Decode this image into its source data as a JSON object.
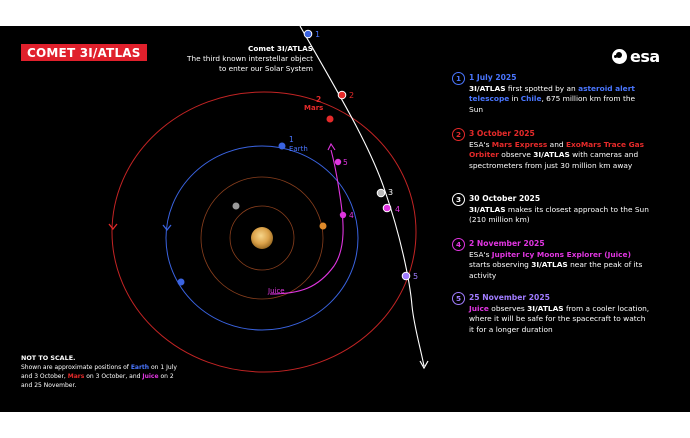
{
  "title": "COMET 3I/ATLAS",
  "comet_label": {
    "name": "Comet 3I/ATLAS",
    "line1": "The third known interstellar object",
    "line2": "to enter our Solar System"
  },
  "logo": {
    "text": "esa"
  },
  "colors": {
    "background": "#000000",
    "earth": "#3a63e0",
    "mars": "#e52a2a",
    "juice": "#e035e0",
    "comet": "#ffffff",
    "sun": "#e0a63a",
    "title_bg": "#e0202c"
  },
  "diagram_labels": {
    "earth_num": "1",
    "earth_name": "Earth",
    "mars_num": "2",
    "mars_name": "Mars",
    "juice_name": "Juice",
    "juice_num_4": "4",
    "juice_num_5": "5",
    "comet_num_1": "1",
    "comet_num_2": "2",
    "comet_num_3": "3",
    "comet_num_4": "4",
    "comet_num_5": "5"
  },
  "events": [
    {
      "num": "1",
      "date": "1 July 2025",
      "color": "#4a76ff",
      "parts": [
        {
          "t": "3I/ATLAS",
          "s": "bold"
        },
        {
          "t": " first spotted by an ",
          "s": "plain"
        },
        {
          "t": "asteroid alert telescope",
          "s": "blue"
        },
        {
          "t": " in ",
          "s": "plain"
        },
        {
          "t": "Chile",
          "s": "blue"
        },
        {
          "t": ", 675 million km from the Sun",
          "s": "plain"
        }
      ]
    },
    {
      "num": "2",
      "date": "3 October 2025",
      "color": "#e52a2a",
      "parts": [
        {
          "t": "ESA's ",
          "s": "plain"
        },
        {
          "t": "Mars Express",
          "s": "red"
        },
        {
          "t": " and ",
          "s": "plain"
        },
        {
          "t": "ExoMars Trace Gas Orbiter",
          "s": "red"
        },
        {
          "t": " observe ",
          "s": "plain"
        },
        {
          "t": "3I/ATLAS",
          "s": "bold"
        },
        {
          "t": " with cameras and spectrometers from just 30 million km away",
          "s": "plain"
        }
      ]
    },
    {
      "num": "3",
      "date": "30 October 2025",
      "color": "#ffffff",
      "parts": [
        {
          "t": "3I/ATLAS",
          "s": "bold"
        },
        {
          "t": " makes its closest approach to the Sun (210 million km)",
          "s": "plain"
        }
      ]
    },
    {
      "num": "4",
      "date": "2 November 2025",
      "color": "#e035e0",
      "parts": [
        {
          "t": "ESA's ",
          "s": "plain"
        },
        {
          "t": "Jupiter Icy Moons Explorer (Juice)",
          "s": "magenta"
        },
        {
          "t": " starts observing ",
          "s": "plain"
        },
        {
          "t": "3I/ATLAS",
          "s": "bold"
        },
        {
          "t": " near the peak of its activity",
          "s": "plain"
        }
      ]
    },
    {
      "num": "5",
      "date": "25 November 2025",
      "color": "#a07cff",
      "parts": [
        {
          "t": "Juice",
          "s": "magenta"
        },
        {
          "t": " observes ",
          "s": "plain"
        },
        {
          "t": "3I/ATLAS",
          "s": "bold"
        },
        {
          "t": " from a cooler location, where it will be safe for the spacecraft to watch it for a longer duration",
          "s": "plain"
        }
      ]
    }
  ],
  "footnote": {
    "head": "NOT TO SCALE.",
    "parts": [
      {
        "t": "Shown are approximate positions of ",
        "s": "plain"
      },
      {
        "t": "Earth",
        "s": "blue"
      },
      {
        "t": " on 1 July and 3 October, ",
        "s": "plain"
      },
      {
        "t": "Mars",
        "s": "red"
      },
      {
        "t": " on 3 October, and ",
        "s": "plain"
      },
      {
        "t": "Juice",
        "s": "magenta"
      },
      {
        "t": " on 2 and 25 November.",
        "s": "plain"
      }
    ]
  }
}
